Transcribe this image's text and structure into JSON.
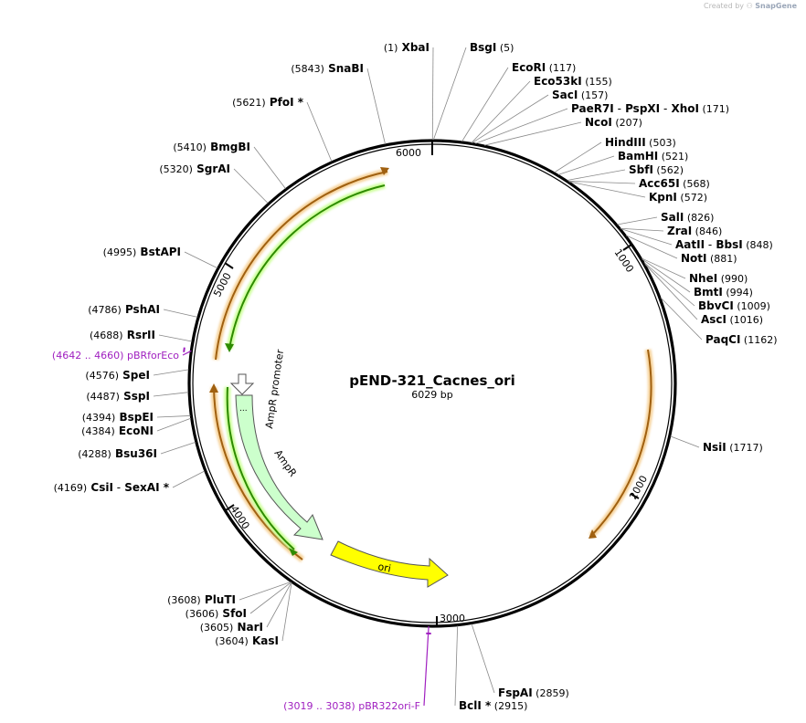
{
  "credit": {
    "text": "Created by",
    "brand": "SnapGene"
  },
  "plasmid": {
    "name": "pEND-321_Cacnes_ori",
    "length": "6029 bp",
    "bp": 6029
  },
  "ticks": [
    "1000",
    "2000",
    "3000",
    "4000",
    "5000",
    "6000"
  ],
  "sites": [
    {
      "id": "xbai",
      "parts": [
        "(1)",
        "XbaI"
      ],
      "pos": 1
    },
    {
      "id": "bsgi",
      "parts": [
        "BsgI",
        "(5)"
      ],
      "pos": 5
    },
    {
      "id": "snabi",
      "parts": [
        "(5843)",
        "SnaBI"
      ],
      "pos": 5843
    },
    {
      "id": "ecori",
      "parts": [
        "EcoRI",
        "(117)"
      ],
      "pos": 117
    },
    {
      "id": "pfoi",
      "parts": [
        "(5621)",
        "PfoI *"
      ],
      "pos": 5621
    },
    {
      "id": "eco53ki",
      "parts": [
        "Eco53kI",
        "(155)"
      ],
      "pos": 155
    },
    {
      "id": "saci",
      "parts": [
        "SacI",
        "(157)"
      ],
      "pos": 157
    },
    {
      "id": "paer7i",
      "parts": [
        "PaeR7I",
        "-",
        "PspXI",
        "-",
        "XhoI",
        "(171)"
      ],
      "pos": 171
    },
    {
      "id": "ncoi",
      "parts": [
        "NcoI",
        "(207)"
      ],
      "pos": 207
    },
    {
      "id": "bmgbi",
      "parts": [
        "(5410)",
        "BmgBI"
      ],
      "pos": 5410
    },
    {
      "id": "hindiii",
      "parts": [
        "HindIII",
        "(503)"
      ],
      "pos": 503
    },
    {
      "id": "bamhi",
      "parts": [
        "BamHI",
        "(521)"
      ],
      "pos": 521
    },
    {
      "id": "sgrai",
      "parts": [
        "(5320)",
        "SgrAI"
      ],
      "pos": 5320
    },
    {
      "id": "sbfi",
      "parts": [
        "SbfI",
        "(562)"
      ],
      "pos": 562
    },
    {
      "id": "acc65i",
      "parts": [
        "Acc65I",
        "(568)"
      ],
      "pos": 568
    },
    {
      "id": "kpni",
      "parts": [
        "KpnI",
        "(572)"
      ],
      "pos": 572
    },
    {
      "id": "sali",
      "parts": [
        "SalI",
        "(826)"
      ],
      "pos": 826
    },
    {
      "id": "zrai",
      "parts": [
        "ZraI",
        "(846)"
      ],
      "pos": 846
    },
    {
      "id": "aatii",
      "parts": [
        "AatII",
        "-",
        "BbsI",
        "(848)"
      ],
      "pos": 848
    },
    {
      "id": "bstapi",
      "parts": [
        "(4995)",
        "BstAPI"
      ],
      "pos": 4995
    },
    {
      "id": "noti",
      "parts": [
        "NotI",
        "(881)"
      ],
      "pos": 881
    },
    {
      "id": "nhei",
      "parts": [
        "NheI",
        "(990)"
      ],
      "pos": 990
    },
    {
      "id": "bmti",
      "parts": [
        "BmtI",
        "(994)"
      ],
      "pos": 994
    },
    {
      "id": "pshai",
      "parts": [
        "(4786)",
        "PshAI"
      ],
      "pos": 4786
    },
    {
      "id": "bbvci",
      "parts": [
        "BbvCI",
        "(1009)"
      ],
      "pos": 1009
    },
    {
      "id": "asci",
      "parts": [
        "AscI",
        "(1016)"
      ],
      "pos": 1016
    },
    {
      "id": "rsrii",
      "parts": [
        "(4688)",
        "RsrII"
      ],
      "pos": 4688
    },
    {
      "id": "paqci",
      "parts": [
        "PaqCI",
        "(1162)"
      ],
      "pos": 1162
    },
    {
      "id": "spei",
      "parts": [
        "(4576)",
        "SpeI"
      ],
      "pos": 4576
    },
    {
      "id": "sspi",
      "parts": [
        "(4487)",
        "SspI"
      ],
      "pos": 4487
    },
    {
      "id": "bspei",
      "parts": [
        "(4394)",
        "BspEI"
      ],
      "pos": 4394
    },
    {
      "id": "econi",
      "parts": [
        "(4384)",
        "EcoNI"
      ],
      "pos": 4384
    },
    {
      "id": "nsii",
      "parts": [
        "NsiI",
        "(1717)"
      ],
      "pos": 1717
    },
    {
      "id": "bsu36i",
      "parts": [
        "(4288)",
        "Bsu36I"
      ],
      "pos": 4288
    },
    {
      "id": "csii",
      "parts": [
        "(4169)",
        "CsiI",
        "-",
        "SexAI *"
      ],
      "pos": 4169
    },
    {
      "id": "pluti",
      "parts": [
        "(3608)",
        "PluTI"
      ],
      "pos": 3608
    },
    {
      "id": "sfoi",
      "parts": [
        "(3606)",
        "SfoI"
      ],
      "pos": 3606
    },
    {
      "id": "nari",
      "parts": [
        "(3605)",
        "NarI"
      ],
      "pos": 3605
    },
    {
      "id": "kasi",
      "parts": [
        "(3604)",
        "KasI"
      ],
      "pos": 3604
    },
    {
      "id": "fspai",
      "parts": [
        "FspAI",
        "(2859)"
      ],
      "pos": 2859
    },
    {
      "id": "bcli",
      "parts": [
        "BclI *",
        "(2915)"
      ],
      "pos": 2915
    }
  ],
  "primers": [
    {
      "id": "pbrforeco",
      "parts": [
        "(4642 .. 4660)",
        "pBRforEco"
      ],
      "range": [
        4642,
        4660
      ]
    },
    {
      "id": "pbr322ori",
      "parts": [
        "(3019 .. 3038)",
        "pBR322ori-F"
      ],
      "range": [
        3019,
        3038
      ]
    }
  ],
  "features": [
    {
      "id": "ampr-promoter",
      "label": "AmpR promoter",
      "color": "#ffffff"
    },
    {
      "id": "ampr",
      "label": "AmpR",
      "color": "#ccffcc"
    },
    {
      "id": "ori",
      "label": "ori",
      "color": "#ffff00"
    },
    {
      "id": "dots",
      "label": "...",
      "color": "#ccffcc"
    }
  ],
  "colors": {
    "backbone": "#000000",
    "orange_arc": "#f0b060",
    "orange_core": "#a06010",
    "green_arc": "#2e8b00",
    "green_glow": "#ccff99",
    "primer": "#a020c0",
    "leader": "#888888"
  }
}
